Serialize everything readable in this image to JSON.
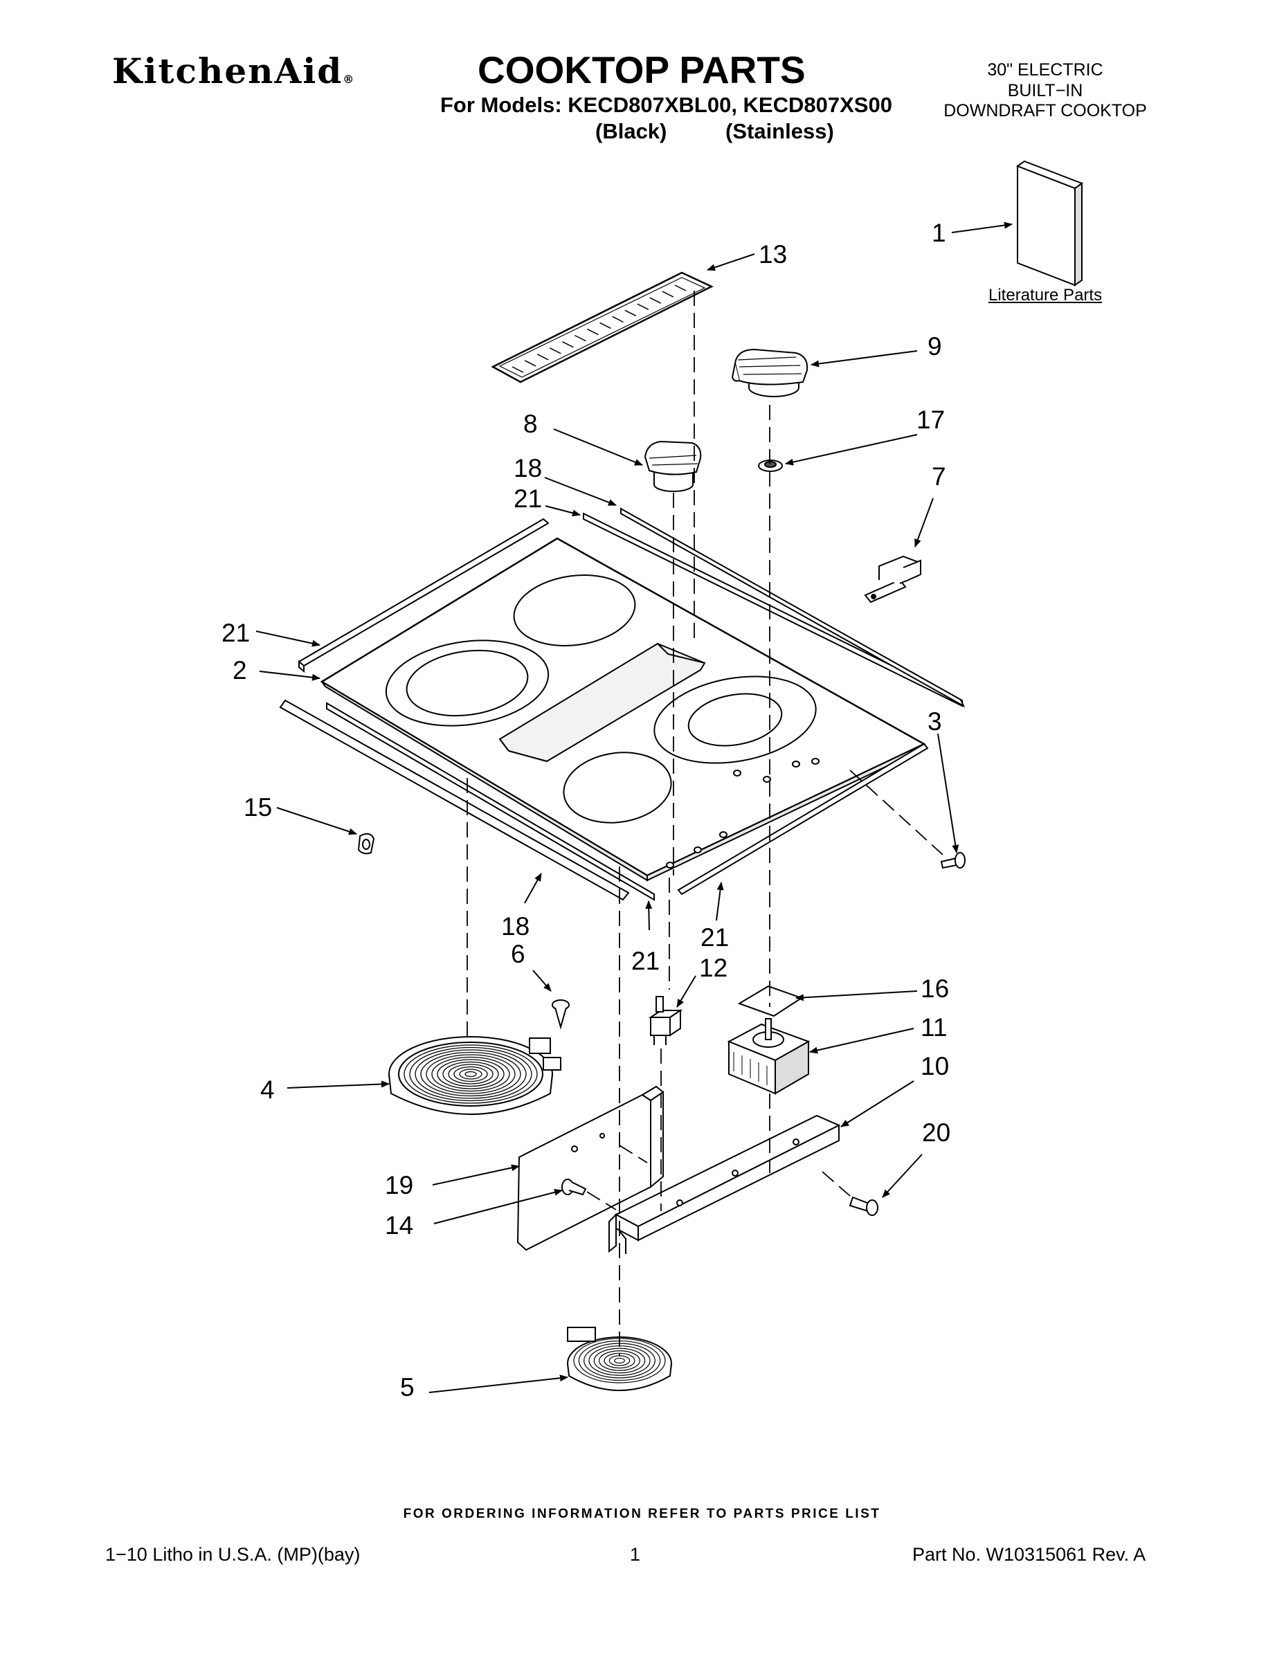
{
  "header": {
    "brand": "KitchenAid",
    "brand_mark": "®",
    "title": "COOKTOP PARTS",
    "models_line": "For Models: KECD807XBL00, KECD807XS00",
    "variant_black": "(Black)",
    "variant_stainless": "(Stainless)",
    "product_type": [
      "30\" ELECTRIC",
      "BUILT−IN",
      "DOWNDRAFT COOKTOP"
    ]
  },
  "literature_label": "Literature Parts",
  "callouts": {
    "c1": "1",
    "c2": "2",
    "c3": "3",
    "c4": "4",
    "c5": "5",
    "c6": "6",
    "c7": "7",
    "c8": "8",
    "c9": "9",
    "c10": "10",
    "c11": "11",
    "c12": "12",
    "c13": "13",
    "c14": "14",
    "c15": "15",
    "c16": "16",
    "c17": "17",
    "c18a": "18",
    "c18b": "18",
    "c19": "19",
    "c20": "20",
    "c21a": "21",
    "c21b": "21",
    "c21c": "21",
    "c21d": "21"
  },
  "footer": {
    "ordering_note": "FOR ORDERING INFORMATION REFER TO PARTS PRICE LIST",
    "litho": "1−10 Litho in U.S.A. (MP)(bay)",
    "page": "1",
    "part_no": "Part No. W10315061 Rev. A"
  }
}
